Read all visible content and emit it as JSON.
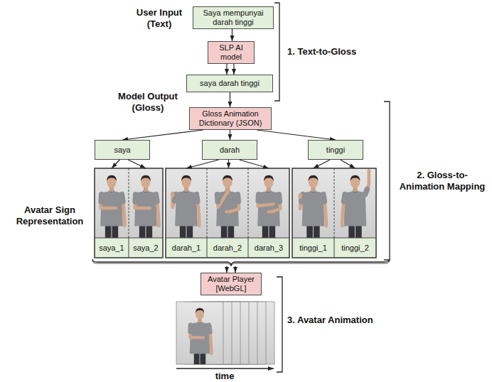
{
  "diagram": {
    "nodes": [
      {
        "text": [
          "Saya mempunyai darah tinggi"
        ]
      },
      {
        "text": [
          "SLP AI model"
        ]
      },
      {
        "text": [
          "saya darah tinggi"
        ]
      },
      {
        "text": [
          "Gloss Animation Dictionary (JSON)"
        ]
      },
      {
        "text": [
          "saya"
        ]
      },
      {
        "text": [
          "darah"
        ]
      },
      {
        "text": [
          "tinggi"
        ]
      },
      {
        "text": [
          "saya_1"
        ]
      },
      {
        "text": [
          "saya_2"
        ]
      },
      {
        "text": [
          "darah_1"
        ]
      },
      {
        "text": [
          "darah_2"
        ]
      },
      {
        "text": [
          "darah_3"
        ]
      },
      {
        "text": [
          "tinggi_1"
        ]
      },
      {
        "text": [
          "tinggi_2"
        ]
      },
      {
        "text": [
          "Avatar Player [WebGL]"
        ]
      }
    ],
    "edges": [
      {
        "from": 0,
        "to": 1,
        "arrow": "to"
      },
      {
        "from": 1,
        "to": 2,
        "arrow": "to"
      },
      {
        "from": 1,
        "to": 2,
        "arrow": "to"
      },
      {
        "from": 2,
        "to": 3,
        "arrow": "to"
      },
      {
        "from": 3,
        "to": 4,
        "arrow": "to"
      },
      {
        "from": 3,
        "to": 5,
        "arrow": "to"
      },
      {
        "from": 3,
        "to": 6,
        "arrow": "to"
      },
      {
        "from": 4,
        "to": 7,
        "arrow": "to"
      },
      {
        "from": 4,
        "to": 8,
        "arrow": "to"
      },
      {
        "from": 5,
        "to": 9,
        "arrow": "to"
      },
      {
        "from": 5,
        "to": 10,
        "arrow": "to"
      },
      {
        "from": 5,
        "to": 11,
        "arrow": "to"
      },
      {
        "from": 6,
        "to": 12,
        "arrow": "to"
      },
      {
        "from": 6,
        "to": 13,
        "arrow": "to"
      }
    ],
    "labels": [
      "User Input (Text)",
      "Model Output (Gloss)",
      "1. Text-to-Gloss",
      "2. Gloss-to- Animation Mapping",
      "Avatar Sign Representation",
      "3. Avatar Animation",
      "time"
    ]
  }
}
